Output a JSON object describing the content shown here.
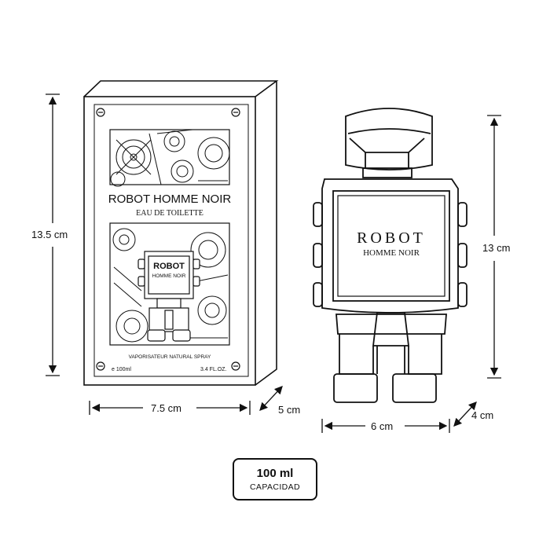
{
  "box": {
    "title": "ROBOT HOMME NOIR",
    "subtitle": "EAU DE TOILETTE",
    "window_title": "ROBOT",
    "window_subtitle": "HOMME NOIR",
    "spray_text": "VAPORISATEUR NATURAL SPRAY",
    "volume_ml": "e 100ml",
    "volume_oz": "3.4 FL.OZ."
  },
  "bottle": {
    "label_title": "ROBOT",
    "label_subtitle": "HOMME NOIR"
  },
  "dimensions": {
    "box_height": "13.5 cm",
    "box_width": "7.5 cm",
    "box_depth": "5 cm",
    "bottle_height": "13 cm",
    "bottle_width": "6 cm",
    "bottle_depth": "4 cm"
  },
  "capacity": {
    "value": "100 ml",
    "label": "CAPACIDAD"
  }
}
